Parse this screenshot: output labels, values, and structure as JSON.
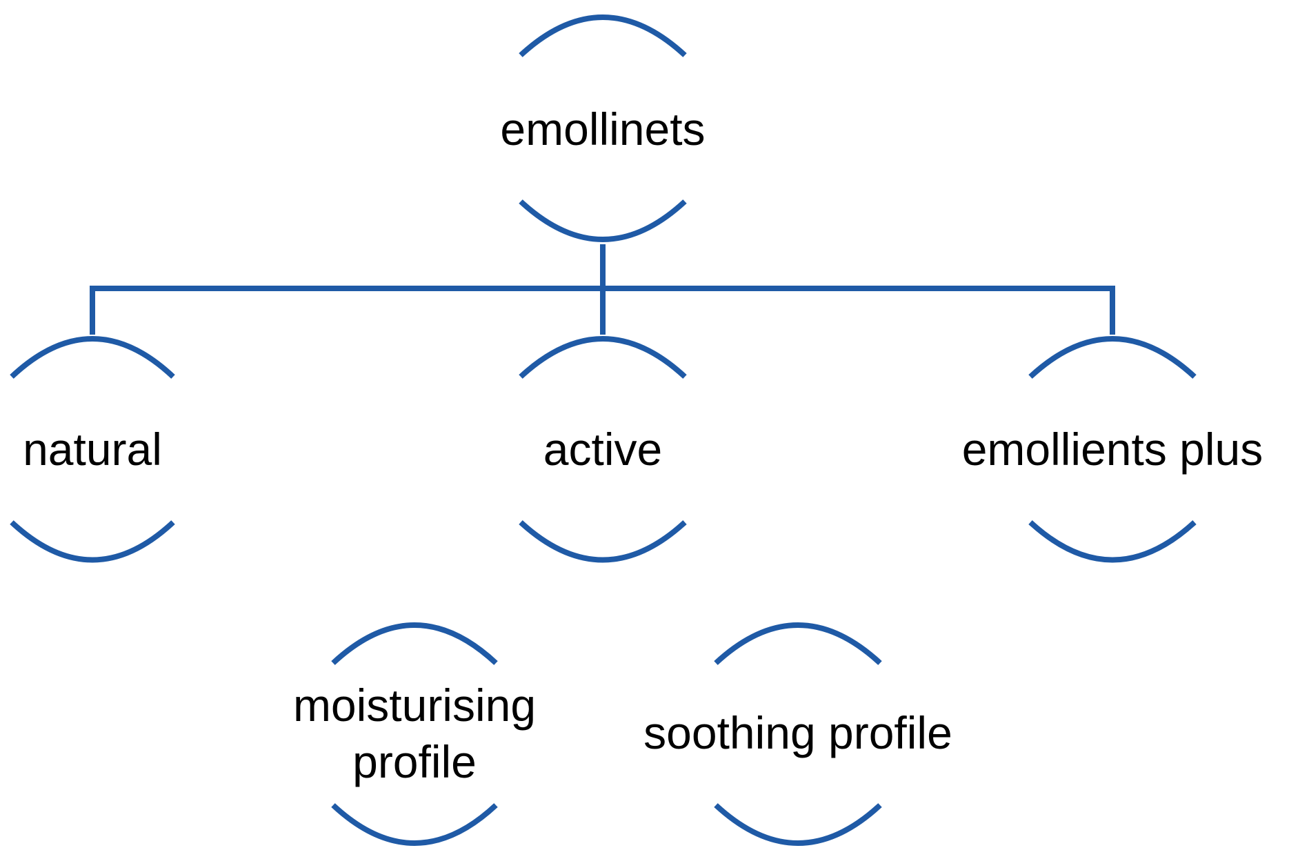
{
  "diagram": {
    "line_color": "#1f5aa6",
    "text_color": "#000000",
    "background": "#ffffff",
    "root": {
      "label": "emollinets"
    },
    "children": [
      {
        "id": "natural",
        "label": "natural"
      },
      {
        "id": "active",
        "label": "active"
      },
      {
        "id": "emollients-plus",
        "label": "emollients plus"
      }
    ],
    "profiles": [
      {
        "id": "moisturising",
        "label_lines": [
          "moisturising",
          "profile"
        ]
      },
      {
        "id": "soothing",
        "label_lines": [
          "soothing profile"
        ]
      }
    ]
  }
}
